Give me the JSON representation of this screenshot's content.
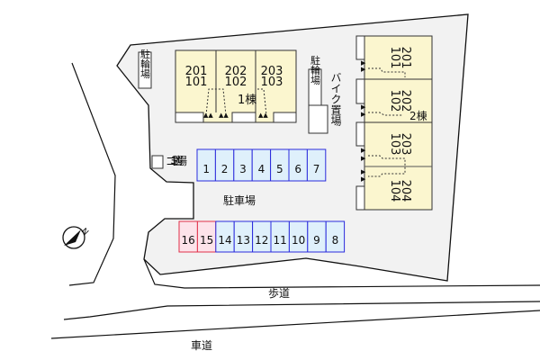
{
  "building1": {
    "label": "1棟",
    "units": [
      [
        "201",
        "101"
      ],
      [
        "202",
        "102"
      ],
      [
        "203",
        "103"
      ]
    ]
  },
  "building2": {
    "label": "2棟",
    "units": [
      [
        "201",
        "101"
      ],
      [
        "202",
        "102"
      ],
      [
        "203",
        "103"
      ],
      [
        "204",
        "104"
      ]
    ]
  },
  "bicycle_parking_left": "駐輪場",
  "bicycle_parking_right": "駐輪場",
  "bike_parking": "バイク置場",
  "garbage": "ゴミ置場",
  "parking_lot": "駐車場",
  "parking_top": [
    "1",
    "2",
    "3",
    "4",
    "5",
    "6",
    "7"
  ],
  "parking_bottom": [
    "16",
    "15",
    "14",
    "13",
    "12",
    "11",
    "10",
    "9",
    "8"
  ],
  "sidewalk": "歩道",
  "roadway": "車道",
  "compass": "N",
  "colors": {
    "site": "#f2f2f2",
    "building": "#fbf6cf",
    "parking_blue": "#dff0fb",
    "parking_blue_border": "#2b2bdc",
    "parking_red": "#fde3ea",
    "parking_red_border": "#e0304a"
  }
}
